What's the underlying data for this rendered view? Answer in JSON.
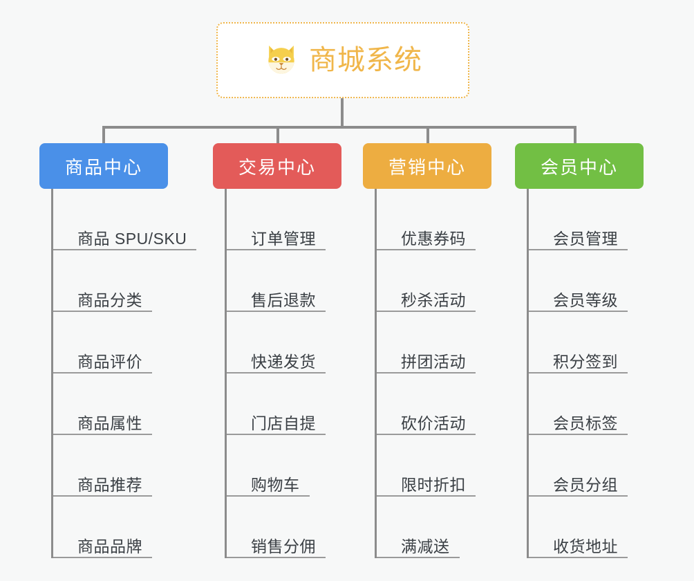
{
  "background_color": "#f7f8f8",
  "root": {
    "icon": "shiba-dog-face-icon",
    "title": "商城系统",
    "color": "#f0b64a"
  },
  "columns": [
    {
      "id": "product-center",
      "label": "商品中心",
      "color": "#4a90e8",
      "items": [
        "商品 SPU/SKU",
        "商品分类",
        "商品评价",
        "商品属性",
        "商品推荐",
        "商品品牌"
      ]
    },
    {
      "id": "trade-center",
      "label": "交易中心",
      "color": "#e35b59",
      "items": [
        "订单管理",
        "售后退款",
        "快递发货",
        "门店自提",
        "购物车",
        "销售分佣"
      ]
    },
    {
      "id": "marketing-center",
      "label": "营销中心",
      "color": "#edad41",
      "items": [
        "优惠券码",
        "秒杀活动",
        "拼团活动",
        "砍价活动",
        "限时折扣",
        "满减送"
      ]
    },
    {
      "id": "member-center",
      "label": "会员中心",
      "color": "#72bf44",
      "items": [
        "会员管理",
        "会员等级",
        "积分签到",
        "会员标签",
        "会员分组",
        "收货地址"
      ]
    }
  ]
}
